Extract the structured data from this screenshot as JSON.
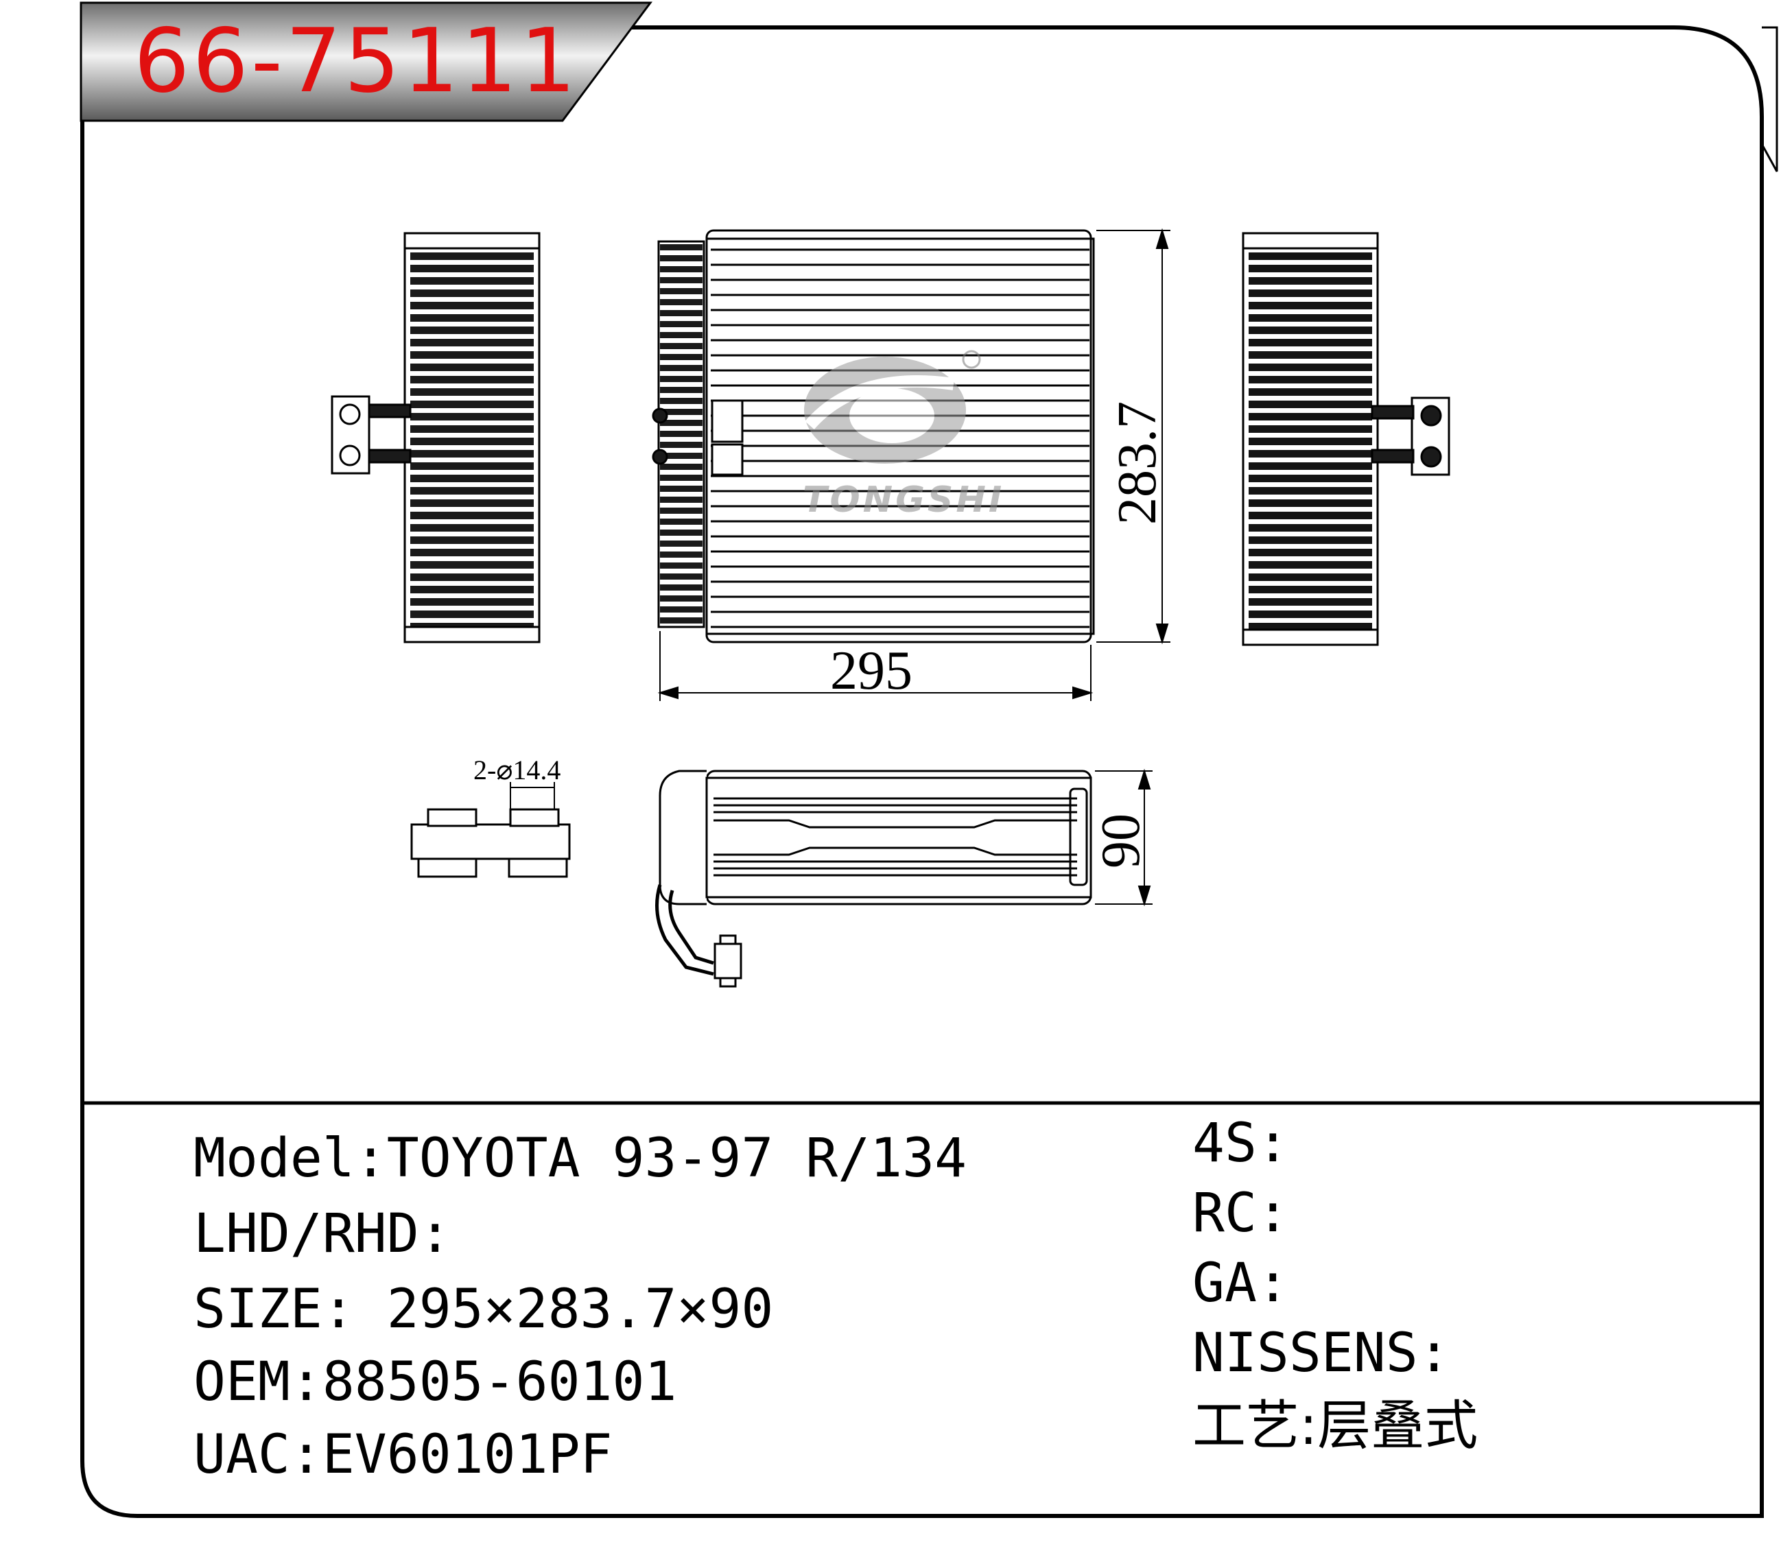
{
  "part_number": "66-75111",
  "dimensions": {
    "width": "295",
    "height": "283.7",
    "depth": "90",
    "port": "2-⌀14.4"
  },
  "watermark": "TONGSHI",
  "specs_left": [
    {
      "label": "Model:",
      "value": "TOYOTA 93-97 R/134"
    },
    {
      "label": "LHD/RHD:",
      "value": ""
    },
    {
      "label": "SIZE:",
      "value": " 295×283.7×90"
    },
    {
      "label": "OEM:",
      "value": "88505-60101"
    },
    {
      "label": "UAC:",
      "value": "EV60101PF"
    }
  ],
  "specs_right": [
    {
      "label": "4S:",
      "value": ""
    },
    {
      "label": "RC:",
      "value": ""
    },
    {
      "label": "GA:",
      "value": ""
    },
    {
      "label": "NISSENS:",
      "value": ""
    },
    {
      "label": "工艺:",
      "value": "层叠式"
    }
  ],
  "colors": {
    "title": "#e01010",
    "line": "#000000",
    "banner": "#8a8a8a",
    "watermark": "#c8c8c8"
  }
}
